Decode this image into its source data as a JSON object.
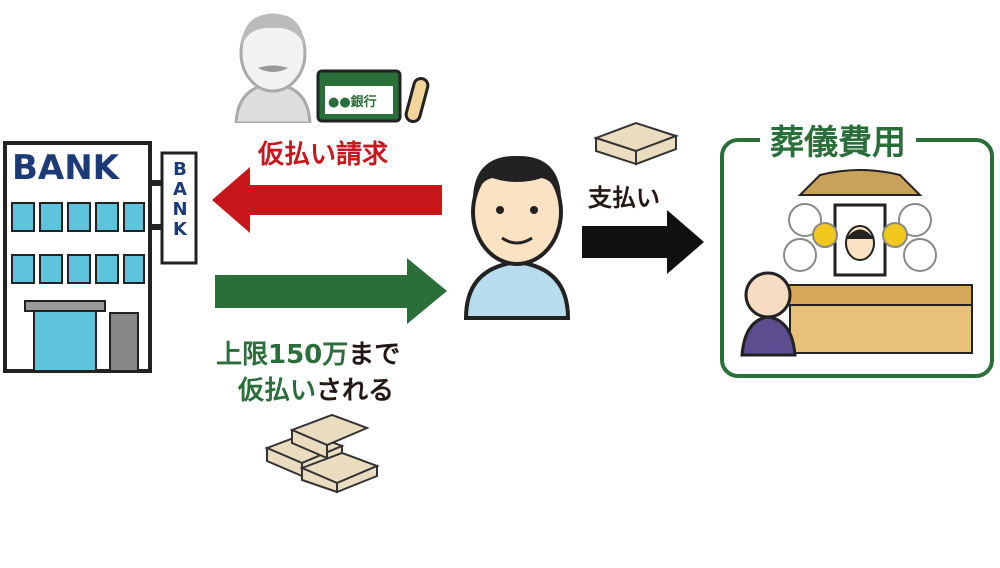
{
  "bank": {
    "sign": "BANK",
    "vertical_sign": "BANK"
  },
  "passbook": {
    "label": "●●銀行"
  },
  "request_label": "仮払い請求",
  "payment_label": "支払い",
  "limit_label": {
    "green": "上限150万",
    "black": "まで"
  },
  "advance_label": {
    "green": "仮払い",
    "black": "される"
  },
  "funeral": {
    "title": "葬儀費用"
  },
  "colors": {
    "red": "#c8161d",
    "green": "#2a6e3a",
    "black": "#111111"
  }
}
